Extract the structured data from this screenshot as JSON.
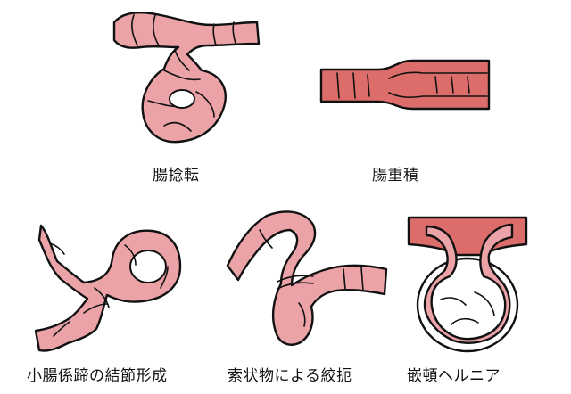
{
  "colors": {
    "bowel_pink": "#EBA3A8",
    "bowel_dark": "#DD6D6B",
    "outline": "#111111",
    "background": "#FFFFFF"
  },
  "panels": [
    {
      "label": "腸捻転"
    },
    {
      "label": "腸重積"
    },
    {
      "label": "小腸係蹄の結節形成"
    },
    {
      "label": "索状物による絞扼"
    },
    {
      "label": "嵌頓ヘルニア"
    }
  ]
}
